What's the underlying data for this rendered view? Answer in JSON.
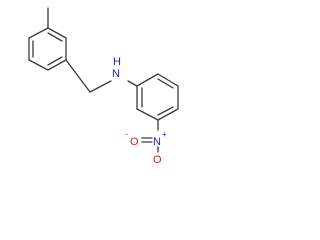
{
  "molecule": {
    "atoms": [
      {
        "symbol": "N",
        "color": "#1f1fd6"
      },
      {
        "symbol": "H",
        "color": "#1f1fd6"
      },
      {
        "symbol": "N",
        "color": "#1f1fd6"
      },
      {
        "symbol": "+",
        "color": "#1f1fd6"
      },
      {
        "symbol": "O",
        "color": "#e01b1b"
      },
      {
        "symbol": "-",
        "color": "#e01b1b"
      },
      {
        "symbol": "O",
        "color": "#e01b1b"
      }
    ],
    "bond_color": "#3a3a3a"
  }
}
